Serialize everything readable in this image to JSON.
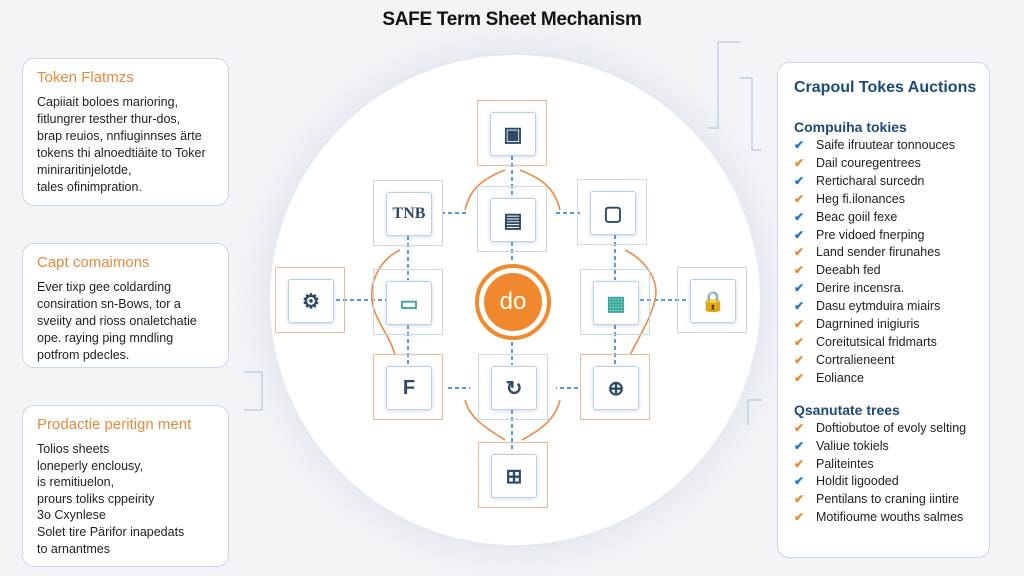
{
  "title": "SAFE Term Sheet Mechanism",
  "left_cards": [
    {
      "heading": "Token Flatmzs",
      "body": "Capiiait boloes marioring,\nfitlungrer testher thur-dos,\nbrap reuios, nnfiuginnses ärte\ntokens thi alnoedtiäite to Toker\nminiraritinjelotde,\ntales ofinimpration."
    },
    {
      "heading": "Capt comaimons",
      "body": "Ever tixp gee coldarding\nconsiration sn-Bows, tor a\nsveiity and rioss onaletchatie\nope. raying ping mndling\npotfrom pdecles."
    },
    {
      "heading": "Prodactie peritign ment",
      "body": "Tolios sheets\nloneperly enclousy,\nis remitiuelon,\nprours toliks cppeirity\n3o Cxynlese\nSolet tire Pärifor inapedats\nto arnantmes"
    }
  ],
  "right_card": {
    "title": "Crapoul Tokes Auctions",
    "sections": [
      {
        "heading": "Compuiha tokies",
        "items": [
          {
            "text": "Saife ifruutear tonnouces",
            "check": "blue"
          },
          {
            "text": "Dail couregentrees",
            "check": "orange"
          },
          {
            "text": "Rerticharal surcedn",
            "check": "blue"
          },
          {
            "text": "Heg fi.ilonances",
            "check": "orange"
          },
          {
            "text": "Beac goiil fexe",
            "check": "blue"
          },
          {
            "text": "Pre vidoed fnerping",
            "check": "blue"
          },
          {
            "text": "Land sender firunahes",
            "check": "orange"
          },
          {
            "text": "Deeabh fed",
            "check": "orange"
          },
          {
            "text": "Derire incensra.",
            "check": "blue"
          },
          {
            "text": "Dasu eytmduira miairs",
            "check": "blue"
          },
          {
            "text": "Dagrnined inigiuris",
            "check": "orange"
          },
          {
            "text": "Coreitutsical fridmarts",
            "check": "orange"
          },
          {
            "text": "Cortralieneent",
            "check": "orange"
          },
          {
            "text": "Eoliance",
            "check": "orange"
          }
        ]
      },
      {
        "heading": "Qsanutate trees",
        "items": [
          {
            "text": "Doftiobutoe of evoly selting",
            "check": "orange"
          },
          {
            "text": "Valiue tokiels",
            "check": "blue"
          },
          {
            "text": "Paliteintes",
            "check": "orange"
          },
          {
            "text": "Holdit ligooded",
            "check": "blue"
          },
          {
            "text": "Pentilans to craning iintire",
            "check": "orange"
          },
          {
            "text": "Motifioume wouths salmes",
            "check": "orange"
          }
        ]
      }
    ]
  },
  "diagram": {
    "center_label": "do",
    "nodes": [
      {
        "icon": "user-card-icon",
        "glyph": "▣"
      },
      {
        "icon": "tnb-logo-icon",
        "glyph": "TNB"
      },
      {
        "icon": "document-icon",
        "glyph": "▤"
      },
      {
        "icon": "monitor-icon",
        "glyph": "▢"
      },
      {
        "icon": "gear-badge-icon",
        "glyph": "⚙"
      },
      {
        "icon": "chat-box-icon",
        "glyph": "▭"
      },
      {
        "icon": "chart-board-icon",
        "glyph": "▦"
      },
      {
        "icon": "lock-icon",
        "glyph": "🔒"
      },
      {
        "icon": "ledger-icon",
        "glyph": "F"
      },
      {
        "icon": "cycle-icon",
        "glyph": "↻"
      },
      {
        "icon": "globe-icon",
        "glyph": "⊕"
      },
      {
        "icon": "grid-globe-icon",
        "glyph": "⊞"
      }
    ]
  },
  "colors": {
    "accent_orange": "#f0892e",
    "accent_blue": "#1d78d0",
    "heading_blue": "#1d4a78"
  }
}
